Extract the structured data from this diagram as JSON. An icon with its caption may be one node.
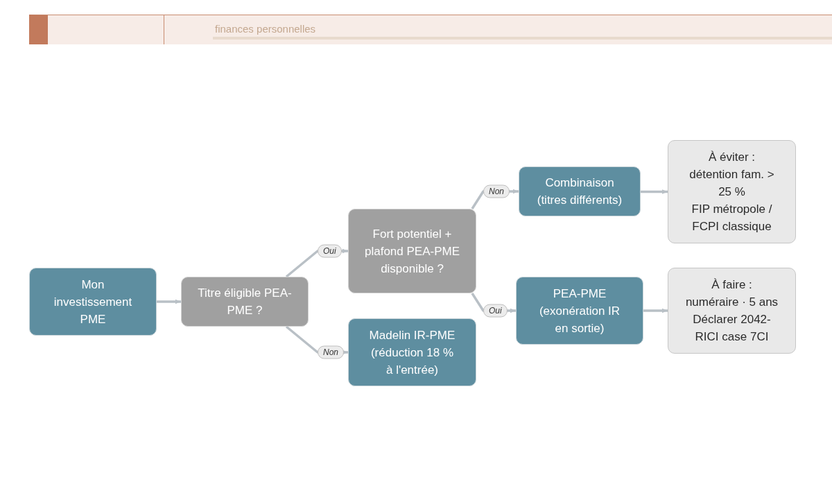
{
  "diagram": {
    "nodes": [
      {
        "text": [
          "Mon investissement PME"
        ]
      },
      {
        "text": [
          "Titre éligible PEA-PME ?"
        ]
      },
      {
        "text": [
          "Fort potentiel + plafond PEA-PME disponible ?"
        ]
      },
      {
        "text": [
          "Madelin IR-PME",
          "(réduction 18 % à l'entrée)"
        ]
      },
      {
        "text": [
          "Combinaison",
          "(titres différents)"
        ]
      },
      {
        "text": [
          "PEA-PME",
          "(exonération IR en sortie)"
        ]
      },
      {
        "text": [
          "À éviter :",
          "détention fam. > 25 %",
          "FIP métropole / FCPI classique"
        ]
      },
      {
        "text": [
          "À faire :",
          "numéraire · 5 ans",
          "Déclarer 2042-RICI case 7CI"
        ]
      }
    ],
    "edges": [
      {
        "from": 0,
        "to": 1,
        "arrow": "to"
      },
      {
        "from": 1,
        "to": 2,
        "arrow": "to",
        "label": "Oui"
      },
      {
        "from": 1,
        "to": 3,
        "arrow": "to",
        "label": "Non"
      },
      {
        "from": 2,
        "to": 4,
        "arrow": "to",
        "label": "Non"
      },
      {
        "from": 2,
        "to": 5,
        "arrow": "to",
        "label": "Oui"
      },
      {
        "from": 4,
        "to": 6,
        "arrow": "to"
      },
      {
        "from": 5,
        "to": 7,
        "arrow": "to"
      }
    ],
    "labels": [
      "finances personnelles"
    ]
  }
}
